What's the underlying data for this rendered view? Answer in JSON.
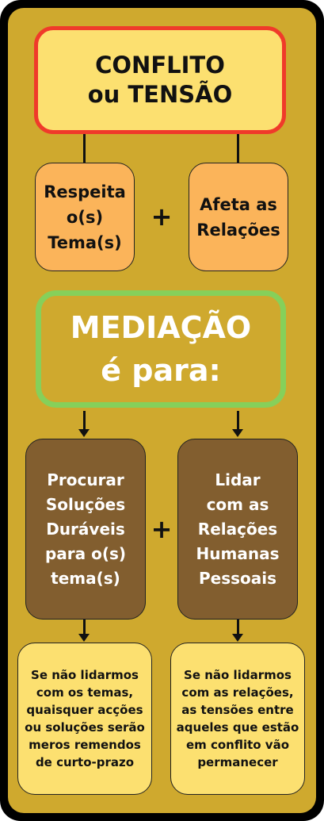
{
  "title": "CONFLITO\nou TENSÃO",
  "conflict_parts": {
    "left": "Respeita\no(s)\nTema(s)",
    "right": "Afeta as\nRelações",
    "operator": "+"
  },
  "mediation": {
    "heading": "MEDIAÇÃO\né para:"
  },
  "goals": {
    "left": "Procurar\nSoluções\nDuráveis\npara o(s)\ntema(s)",
    "right": "Lidar\ncom as\nRelações\nHumanas\nPessoais",
    "operator": "+"
  },
  "consequences": {
    "left": "Se não lidarmos\ncom os temas,\nquaisquer acções\nou soluções serão\nmeros remendos\nde curto-prazo",
    "right": "Se não lidarmos\ncom as relações,\nas tensões entre\naqueles que estão\nem conflito vão\npermanecer"
  },
  "colors": {
    "frame": "#000000",
    "panel": "#cfa92e",
    "title_fill": "#fce070",
    "title_border": "#f03a2a",
    "part_fill": "#fbb45a",
    "mediation_border": "#86d05a",
    "goal_fill": "#825e2f",
    "note_fill": "#fce070"
  }
}
